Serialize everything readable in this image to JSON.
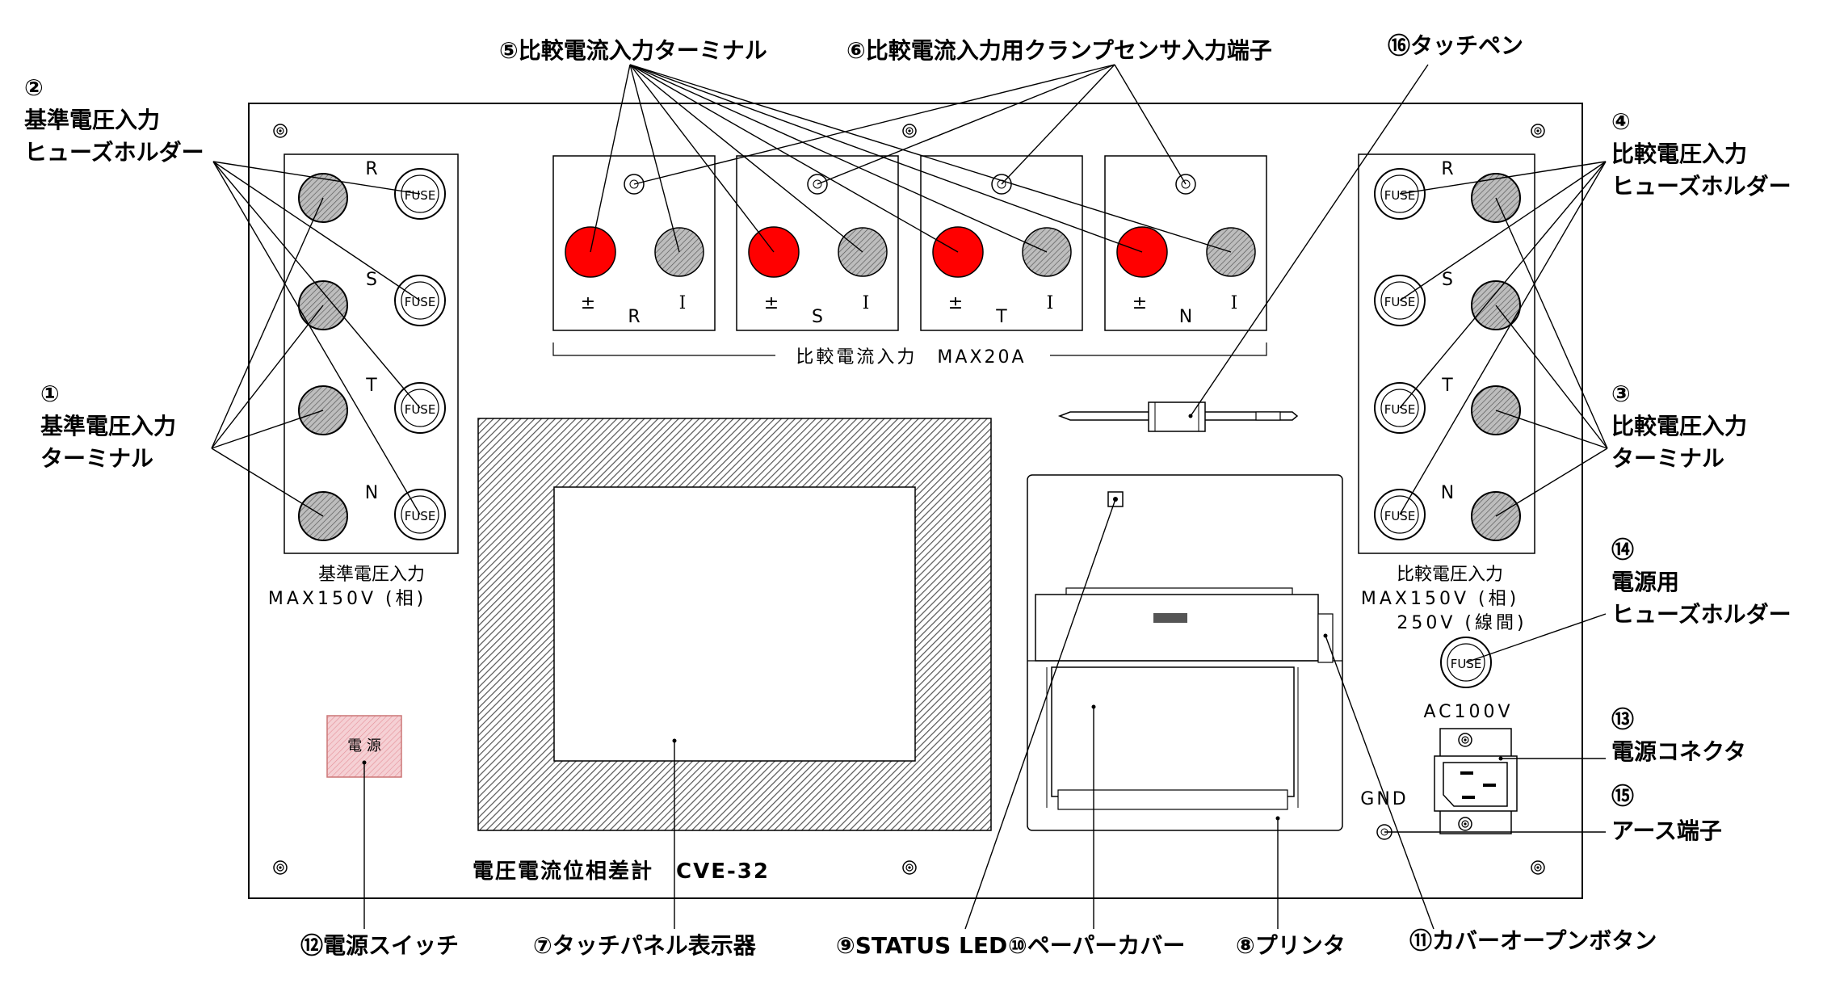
{
  "callouts": {
    "c1_num": "①",
    "c1_l1": "基準電圧入力",
    "c1_l2": "ターミナル",
    "c2_num": "②",
    "c2_l1": "基準電圧入力",
    "c2_l2": "ヒューズホルダー",
    "c3_num": "③",
    "c3_l1": "比較電圧入力",
    "c3_l2": "ターミナル",
    "c4_num": "④",
    "c4_l1": "比較電圧入力",
    "c4_l2": "ヒューズホルダー",
    "c5": "⑤比較電流入力ターミナル",
    "c6": "⑥比較電流入力用クランプセンサ入力端子",
    "c7": "⑦タッチパネル表示器",
    "c8": "⑧プリンタ",
    "c9": "⑨STATUS LED",
    "c10": "⑩ペーパーカバー",
    "c11": "⑪カバーオープンボタン",
    "c12": "⑫電源スイッチ",
    "c13_num": "⑬",
    "c13_l1": "電源コネクタ",
    "c14_num": "⑭",
    "c14_l1": "電源用",
    "c14_l2": "ヒューズホルダー",
    "c15_num": "⑮",
    "c15_l1": "アース端子",
    "c16": "⑯タッチペン"
  },
  "panel": {
    "phases": [
      "R",
      "S",
      "T",
      "N"
    ],
    "fuse_label": "FUSE",
    "ref_label_1": "基準電圧入力",
    "ref_label_2": "MAX150V (相)",
    "cmp_label_1": "比較電圧入力",
    "cmp_label_2": "MAX150V (相)",
    "cmp_label_3": "250V (線間)",
    "current_label": "比較電流入力　MAX20A",
    "pm_sign": "±",
    "i_sign": "I",
    "power_switch_label": "電 源",
    "ac_label": "AC100V",
    "gnd_label": "GND",
    "model_label": "電圧電流位相差計　CVE-32"
  },
  "colors": {
    "red_terminal": "#ff0000",
    "power_switch": "#f2c4c8",
    "hatch": "#555555"
  }
}
